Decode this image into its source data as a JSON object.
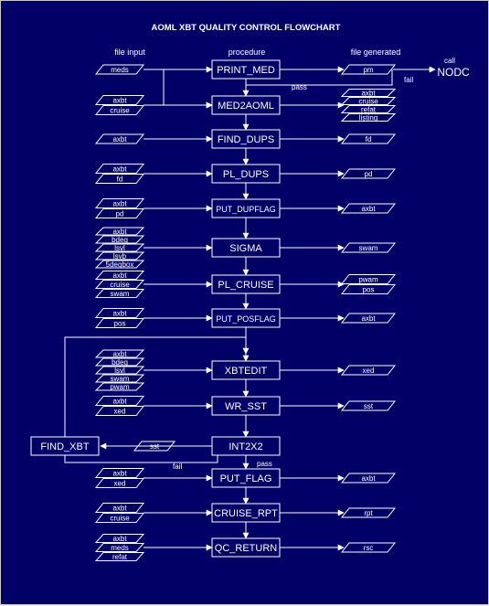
{
  "title": "AOML XBT QUALITY CONTROL FLOWCHART",
  "headers": {
    "input": "file input",
    "procedure": "procedure",
    "output": "file generated"
  },
  "steps": [
    {
      "name": "PRINT_MED",
      "inputs": [
        "meds"
      ],
      "outputs": [
        "pm"
      ]
    },
    {
      "name": "MED2AOML",
      "inputs": [
        "axbt",
        "cruise"
      ],
      "outputs": [
        "axbt",
        "cruise",
        "refat",
        "listing"
      ]
    },
    {
      "name": "FIND_DUPS",
      "inputs": [
        "axbt"
      ],
      "outputs": [
        "fd"
      ]
    },
    {
      "name": "PL_DUPS",
      "inputs": [
        "axbt",
        "fd"
      ],
      "outputs": [
        "pd"
      ]
    },
    {
      "name": "PUT_DUPFLAG",
      "inputs": [
        "axbt",
        "pd"
      ],
      "outputs": [
        "axbt"
      ]
    },
    {
      "name": "SIGMA",
      "inputs": [
        "axbt",
        "bdeg",
        "lsvl",
        "lsvb",
        "5degbox"
      ],
      "outputs": [
        "swam"
      ]
    },
    {
      "name": "PL_CRUISE",
      "inputs": [
        "axbt",
        "cruise",
        "swam"
      ],
      "outputs": [
        "pwam",
        "pos"
      ]
    },
    {
      "name": "PUT_POSFLAG",
      "inputs": [
        "axbt",
        "pos"
      ],
      "outputs": [
        "axbt"
      ]
    },
    {
      "name": "XBTEDIT",
      "inputs": [
        "axbt",
        "bdeg",
        "lsvl",
        "swam",
        "pwam"
      ],
      "outputs": [
        "xed"
      ]
    },
    {
      "name": "WR_SST",
      "inputs": [
        "axbt",
        "xed"
      ],
      "outputs": [
        "sst"
      ]
    },
    {
      "name": "INT2X2",
      "inputs": [],
      "outputs": []
    },
    {
      "name": "PUT_FLAG",
      "inputs": [
        "axbt",
        "xed"
      ],
      "outputs": [
        "axbt"
      ]
    },
    {
      "name": "CRUISE_RPT",
      "inputs": [
        "axbt",
        "cruise"
      ],
      "outputs": [
        "rpt"
      ]
    },
    {
      "name": "QC_RETURN",
      "inputs": [
        "axbt",
        "meds",
        "refat"
      ],
      "outputs": [
        "rsc"
      ]
    }
  ],
  "call": {
    "prefix": "call",
    "target": "NODC"
  },
  "labels": {
    "pass": "pass",
    "fail": "fail"
  },
  "side": {
    "name": "FIND_XBT",
    "input": "sst"
  }
}
